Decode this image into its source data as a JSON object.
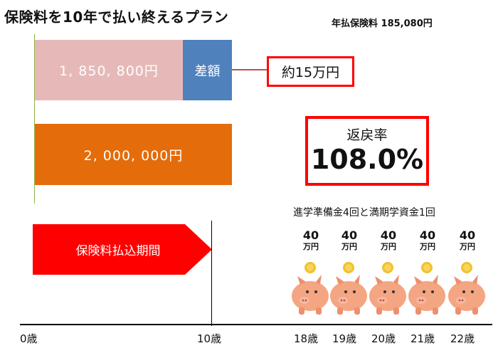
{
  "title": "保険料を10年で払い終えるプラン",
  "annual_premium": "年払保険料 185,080円",
  "bars": {
    "total_premium": "1, 850, 800円",
    "difference_label": "差額",
    "difference_value": "約15万円",
    "total_return": "2, 000, 000円"
  },
  "return_rate": {
    "label": "返戻率",
    "value": "108.0%"
  },
  "payment_period_label": "保険料払込期間",
  "bonus_title": "進学準備金4回と満期学資金1回",
  "payouts": [
    {
      "amount": "40",
      "unit": "万円",
      "age": "18歳"
    },
    {
      "amount": "40",
      "unit": "万円",
      "age": "19歳"
    },
    {
      "amount": "40",
      "unit": "万円",
      "age": "20歳"
    },
    {
      "amount": "40",
      "unit": "万円",
      "age": "21歳"
    },
    {
      "amount": "40",
      "unit": "万円",
      "age": "22歳"
    }
  ],
  "ages": {
    "start": "0歳",
    "end_payment": "10歳"
  },
  "colors": {
    "premium_bar": "#e6b9b8",
    "difference_bar": "#4f81bd",
    "return_bar": "#e46c0a",
    "highlight_border": "#ff0000",
    "arrow": "#ff0000",
    "pig": "#f4a582",
    "coin": "#f2c12e"
  }
}
